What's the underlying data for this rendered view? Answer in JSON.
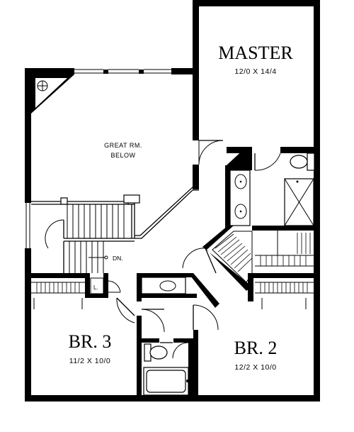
{
  "rooms": {
    "master": {
      "name": "MASTER",
      "dims": "12/0 X 14/4"
    },
    "great_room": {
      "line1": "GREAT RM.",
      "line2": "BELOW"
    },
    "bedroom3": {
      "name": "BR. 3",
      "dims": "11/2 X 10/0"
    },
    "bedroom2": {
      "name": "BR. 2",
      "dims": "12/2 X 10/0"
    }
  },
  "labels": {
    "stair_down": "DN.",
    "linen": "L."
  }
}
